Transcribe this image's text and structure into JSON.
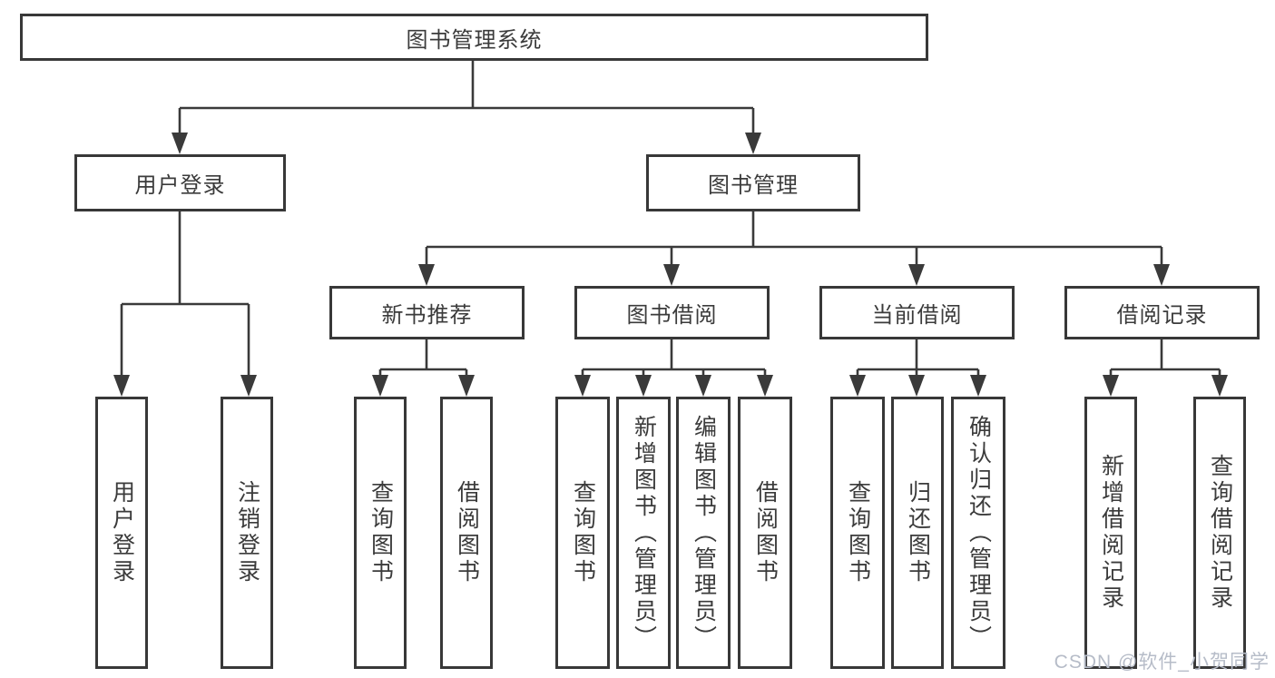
{
  "colors": {
    "line": "#3a3a3a",
    "border": "#383838",
    "text": "#3b3b3b",
    "background": "#ffffff",
    "watermark": "#b6bcc8"
  },
  "tree": {
    "root": {
      "label": "图书管理系统"
    },
    "children": [
      {
        "label": "用户登录",
        "children": [
          {
            "label": "用户登录"
          },
          {
            "label": "注销登录"
          }
        ]
      },
      {
        "label": "图书管理",
        "children": [
          {
            "label": "新书推荐",
            "children": [
              {
                "label": "查询图书"
              },
              {
                "label": "借阅图书"
              }
            ]
          },
          {
            "label": "图书借阅",
            "children": [
              {
                "label": "查询图书"
              },
              {
                "label": "新增图书（管理员）"
              },
              {
                "label": "编辑图书（管理员）"
              },
              {
                "label": "借阅图书"
              }
            ]
          },
          {
            "label": "当前借阅",
            "children": [
              {
                "label": "查询图书"
              },
              {
                "label": "归还图书"
              },
              {
                "label": "确认归还（管理员）"
              }
            ]
          },
          {
            "label": "借阅记录",
            "children": [
              {
                "label": "新增借阅记录"
              },
              {
                "label": "查询借阅记录"
              }
            ]
          }
        ]
      }
    ]
  },
  "watermark": "CSDN @软件_小贺同学"
}
